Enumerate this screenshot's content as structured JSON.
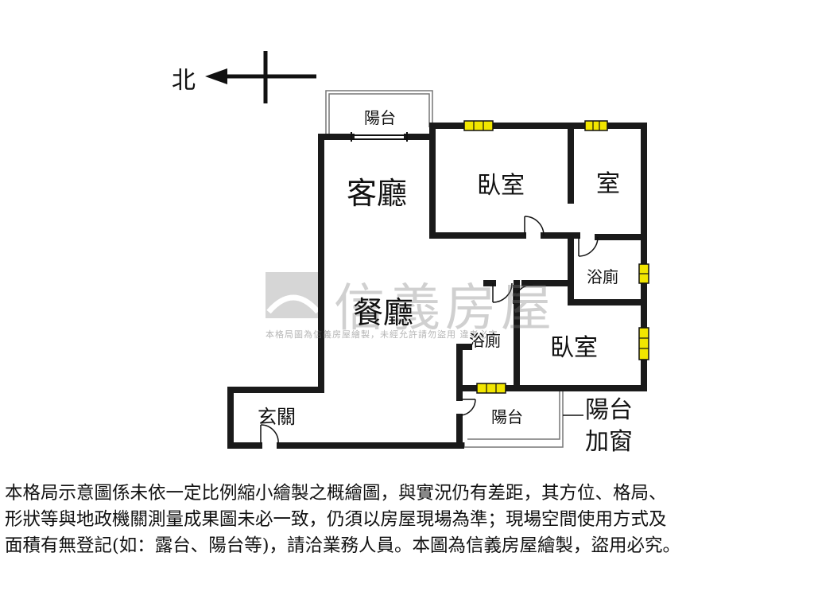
{
  "compass": {
    "label": "北"
  },
  "rooms": {
    "balcony_top": "陽台",
    "living": "客廳",
    "bedroom_1": "臥室",
    "room": "室",
    "bath_1": "浴廁",
    "dining": "餐廳",
    "bath_2": "浴廁",
    "bedroom_2": "臥室",
    "entrance": "玄關",
    "balcony_bottom": "陽台"
  },
  "side_note": {
    "line1": "陽台",
    "line2": "加窗"
  },
  "watermark": {
    "brand": "信義房屋",
    "subtext": "本格局圖為信義房屋繪製，未經允許請勿盜用 違者必究"
  },
  "disclaimer": {
    "line1": "本格局示意圖係未依一定比例縮小繪製之概繪圖，與實況仍有差距，其方位、格局、",
    "line2": "形狀等與地政機關測量成果圖未必一致，仍須以房屋現場為準；現場空間使用方式及",
    "line3": "面積有無登記(如：露台、陽台等)，請洽業務人員。本圖為信義房屋繪製，盜用必究。"
  },
  "colors": {
    "wall": "#1a1a1a",
    "window_fill": "#f2e600",
    "watermark": "#8c8c8c",
    "thin_line": "#777777"
  }
}
